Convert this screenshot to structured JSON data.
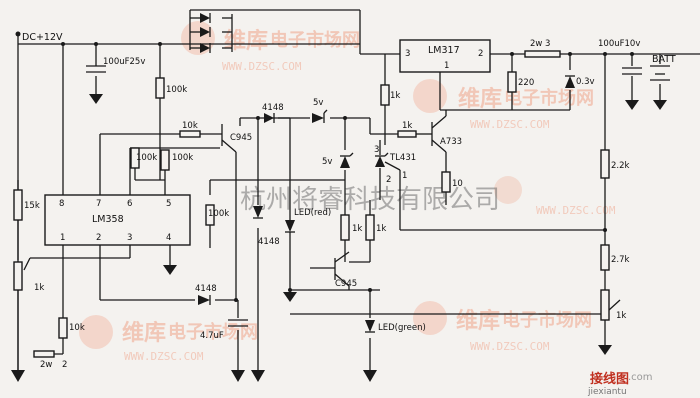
{
  "supply": "DC+12V",
  "ic_lm358": {
    "name": "LM358",
    "pins": [
      "8",
      "7",
      "6",
      "5",
      "1",
      "2",
      "3",
      "4"
    ]
  },
  "ic_lm317": {
    "name": "LM317",
    "pins": [
      "3",
      "2",
      "1"
    ]
  },
  "components": {
    "c_in": "100uF25v",
    "r_15k": "15k",
    "r_pot1": "1k",
    "r_2w": "2w",
    "r_2w_pin": "2",
    "r_100k_top": "100k",
    "r_100k_a": "100k",
    "r_100k_b": "100k",
    "r_100k_c": "100k",
    "r_10k_base": "10k",
    "q1": "C945",
    "d_4148a": "4148",
    "d_4148b": "4148",
    "d_4148c": "4148",
    "r_10k_bot": "10k",
    "c_47": "4.7uF",
    "z_5v_a": "5v",
    "z_5v_b": "5v",
    "led_red": "LED(red)",
    "r_1k_a": "1k",
    "r_1k_b": "1k",
    "q2": "C945",
    "led_green": "LED(green)",
    "tl431": "TL431",
    "tl_pins": [
      "3",
      "2",
      "1"
    ],
    "r_1k_top": "1k",
    "r_1k_base": "1k",
    "q3": "A733",
    "r_10": "10",
    "r_220": "220",
    "r_2w3": "2w 3",
    "d_03v": "0.3v",
    "c_out": "100uF10v",
    "batt": "BATT",
    "r_22k": "2.2k",
    "r_27k": "2.7k",
    "r_pot2": "1k"
  },
  "watermarks": {
    "brand": "维库",
    "site_cn": "电子市场网",
    "site_en": "WWW.DZSC.COM",
    "company": "杭州将睿科技有限公司",
    "footer_cn": "接线图",
    "footer_en": "jiexiantu",
    "footer_com": ".com"
  }
}
